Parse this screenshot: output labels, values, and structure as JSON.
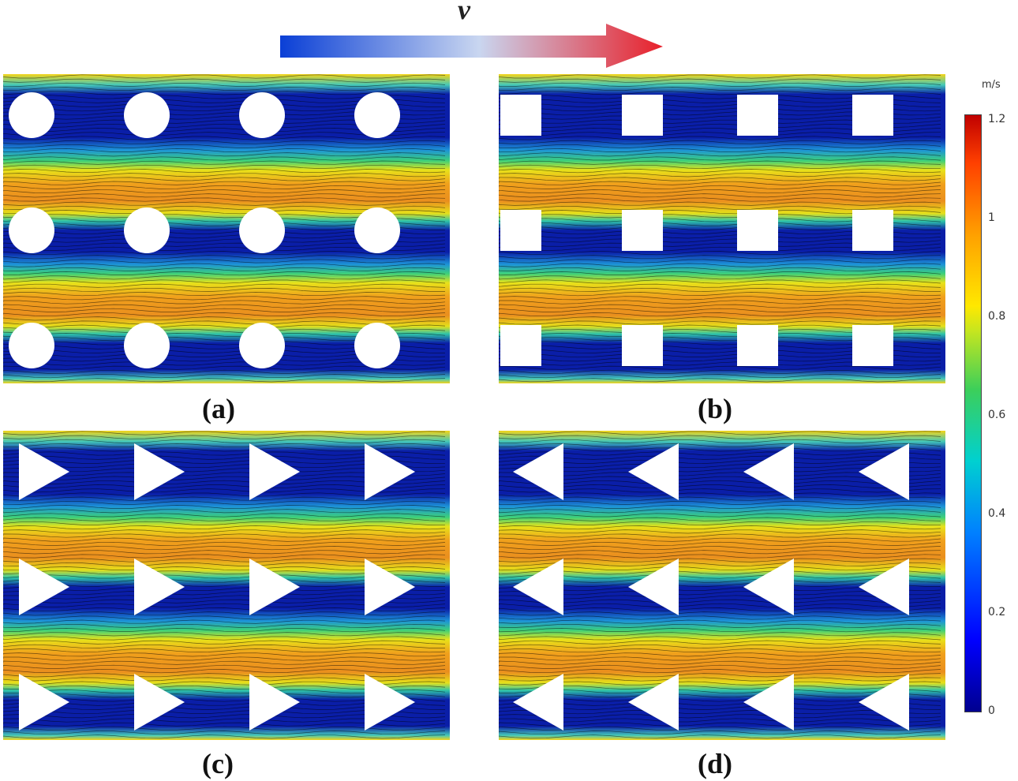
{
  "header": {
    "velocity_symbol": "v"
  },
  "panels": [
    {
      "label": "(a)",
      "obstacle": "circle"
    },
    {
      "label": "(b)",
      "obstacle": "square"
    },
    {
      "label": "(c)",
      "obstacle": "triangle-right"
    },
    {
      "label": "(d)",
      "obstacle": "triangle-left"
    }
  ],
  "colorbar": {
    "unit": "m/s",
    "ticks": [
      "1.2",
      "1",
      "0.8",
      "0.6",
      "0.4",
      "0.2",
      "0"
    ],
    "min": 0,
    "max": 1.2
  },
  "colors": {
    "arrow_start": "#0a3fd6",
    "arrow_end": "#e8202a",
    "low": "#0a1ea8",
    "mid": "#19c2b4",
    "high_yellow": "#f4e000",
    "high": "#e8501c"
  }
}
